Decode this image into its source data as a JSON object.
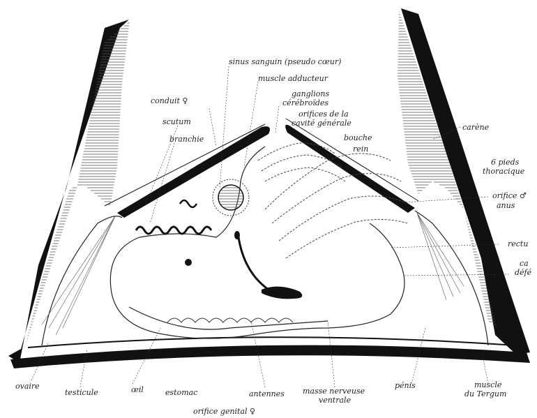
{
  "labels": {
    "sinus": "sinus sanguin (pseudo cœur)",
    "muscle_adducteur": "muscle adducteur",
    "ganglions_1": "ganglions",
    "ganglions_2": "cérébroïdes",
    "conduit": "conduit ♀",
    "scutum": "scutum",
    "branchie": "branchie",
    "orifices_1": "orifices de la",
    "orifices_2": "cavité générale",
    "bouche": "bouche",
    "rein": "rein",
    "carene": "carène",
    "pieds_1": "6 pieds",
    "pieds_2": "thoracique",
    "orifice_male_1": "orifice ♂",
    "orifice_male_2": "anus",
    "rectum": "rectu",
    "ca": "ca",
    "defe": "défé",
    "ovaire": "ovaire",
    "testicule": "testicule",
    "oeil": "œil",
    "estomac": "estomac",
    "antennes": "antennes",
    "masse_1": "masse nerveuse",
    "masse_2": "ventrale",
    "penis": "pénis",
    "muscle_tergum_1": "muscle",
    "muscle_tergum_2": "du Tergum",
    "orifice_genital": "orifice genital ♀"
  },
  "colors": {
    "ink": "#111111",
    "hatch": "#555555",
    "paper": "#ffffff"
  }
}
